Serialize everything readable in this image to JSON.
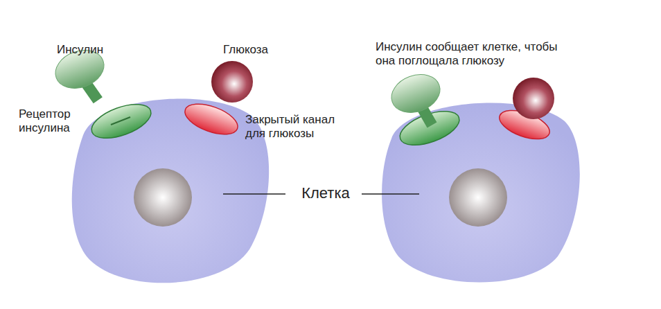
{
  "diagram": {
    "labels": [
      "Инсулин",
      "Рецептор инсулина",
      "Глюкоза",
      "Закрытый канал для глюкозы",
      "Клетка",
      "Инсулин сообщает клетке, чтобы она поглощала глюкозу"
    ]
  }
}
